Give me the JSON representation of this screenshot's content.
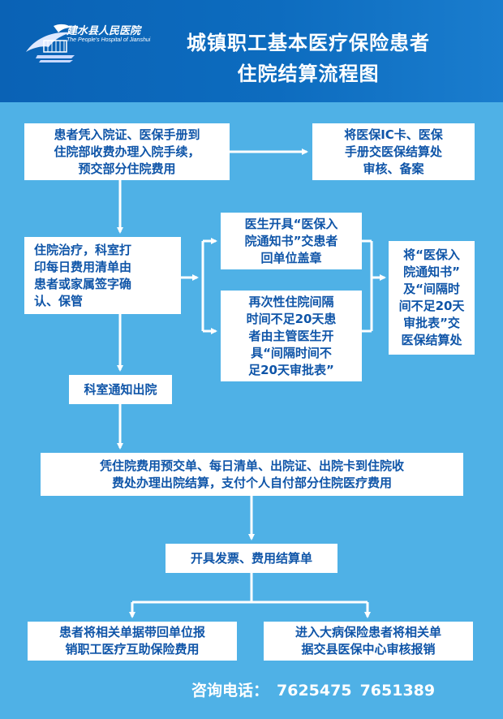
{
  "header": {
    "logo": {
      "name": "建水县人民医院",
      "subtitle": "The People's Hospital of Jianshui"
    },
    "title_line1": "城镇职工基本医疗保险患者",
    "title_line2": "住院结算流程图"
  },
  "flow": {
    "admission": "患者凭入院证、医保手册到\n住院部收费办理入院手续，\n预交部分住院费用",
    "ic_card": "将医保IC卡、医保\n手册交医保结算处\n审核、备案",
    "treatment": "住院治疗，科室打\n印每日费用清单由\n患者或家属签字确\n认、保管",
    "notice": "医生开具“医保入\n院通知书”交患者\n回单位盖章",
    "readmission": "再次性住院间隔\n时间不足20天患\n者由主管医生开\n具“间隔时间不\n足20天审批表”",
    "submit": "将“医保入\n院通知书”\n及“间隔时\n间不足20天\n审批表”交\n医保结算处",
    "discharge_notice": "科室通知出院",
    "settlement": "凭住院费用预交单、每日清单、出院证、出院卡到住院收\n费处办理出院结算，支付个人自付部分住院医疗费用",
    "invoice": "开具发票、费用结算单",
    "reimburse_unit": "患者将相关单据带回单位报\n销职工医疗互助保险费用",
    "reimburse_county": "进入大病保险患者将相关单\n据交县医保中心审核报销"
  },
  "footer": {
    "label": "咨询电话：",
    "phones": [
      "7625475",
      "7651389"
    ]
  },
  "colors": {
    "background": "#4fb1e6",
    "header": "#0d6cbf",
    "box_text": "#0f55a8",
    "box_fill": "#ffffff"
  }
}
